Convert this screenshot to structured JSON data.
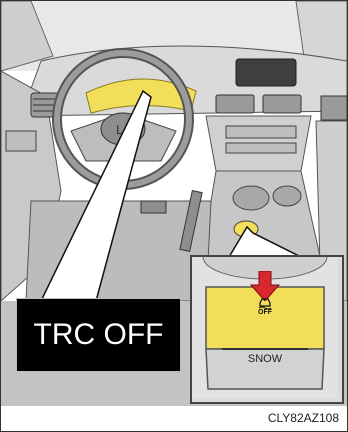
{
  "indicator_text": "TRC OFF",
  "switch": {
    "off_label": "OFF",
    "snow_label": "SNOW"
  },
  "figure_code": "CLY82AZ108",
  "icons": {
    "traction_icon": "car-skid-icon",
    "arrow": "down-arrow-icon"
  },
  "colors": {
    "highlight": "#f2de58",
    "arrow": "#d9272e",
    "indicator_bg": "#000000",
    "indicator_text": "#ffffff"
  }
}
